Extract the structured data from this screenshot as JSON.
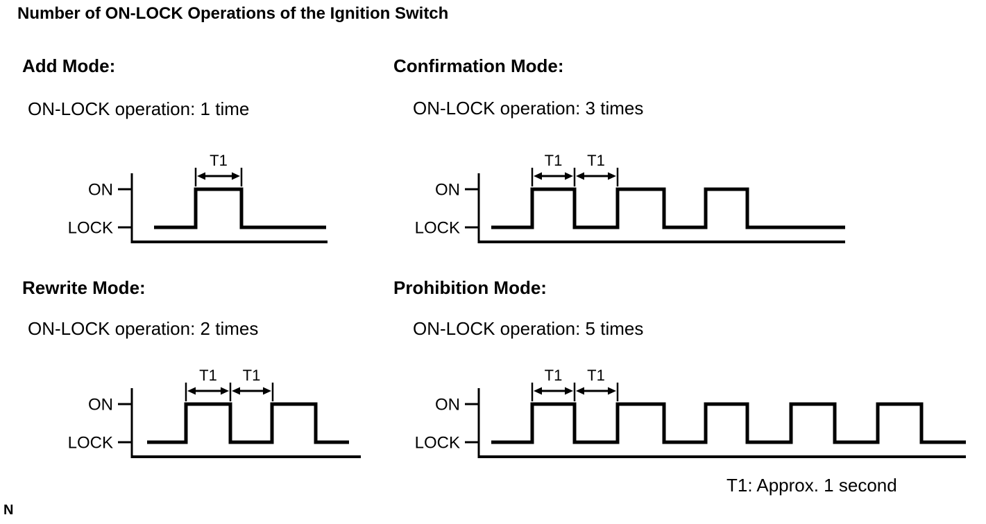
{
  "title": "Number of ON-LOCK Operations of the Ignition Switch",
  "footnote": "T1: Approx. 1 second",
  "page_marker": "N",
  "colors": {
    "ink": "#000000",
    "background": "#ffffff"
  },
  "waveform_labels": {
    "on": "ON",
    "lock": "LOCK",
    "interval": "T1"
  },
  "panels": [
    {
      "id": "add-mode",
      "heading": "Add Mode:",
      "operation": "ON-LOCK operation: 1 time",
      "on_lock_count": 1,
      "t1_annotation_count": 1
    },
    {
      "id": "confirmation-mode",
      "heading": "Confirmation Mode:",
      "operation": "ON-LOCK operation: 3 times",
      "on_lock_count": 3,
      "t1_annotation_count": 2
    },
    {
      "id": "rewrite-mode",
      "heading": "Rewrite Mode:",
      "operation": "ON-LOCK operation: 2 times",
      "on_lock_count": 2,
      "t1_annotation_count": 2
    },
    {
      "id": "prohibition-mode",
      "heading": "Prohibition Mode:",
      "operation": "ON-LOCK operation: 5 times",
      "on_lock_count": 5,
      "t1_annotation_count": 2
    }
  ]
}
